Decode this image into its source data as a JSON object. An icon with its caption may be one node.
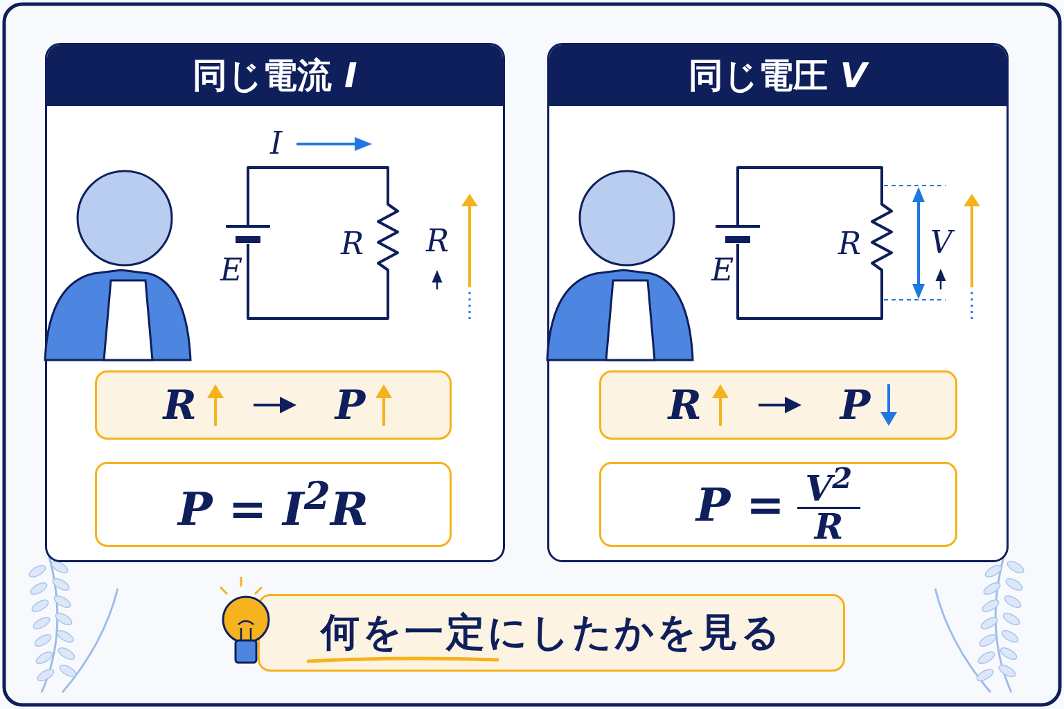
{
  "diagram": {
    "nodes": [
      {
        "text": [
          "同じ電流 *I*"
        ]
      },
      {
        "text": [
          "同じ電圧 *V*"
        ]
      },
      {
        "text": [
          "R",
          "P"
        ],
        "in": 0
      },
      {
        "text": [
          "P = I$^{2}$R"
        ],
        "in": 0
      },
      {
        "text": [
          "R",
          "P"
        ],
        "in": 1
      },
      {
        "text": [
          "P =",
          "V$^{2}$",
          "R"
        ],
        "in": 1
      },
      {
        "text": [
          "何を一定にしたかを見る"
        ]
      }
    ],
    "edges": [],
    "labels": [
      "I",
      "E",
      "R",
      "R",
      "E",
      "R",
      "V"
    ]
  }
}
